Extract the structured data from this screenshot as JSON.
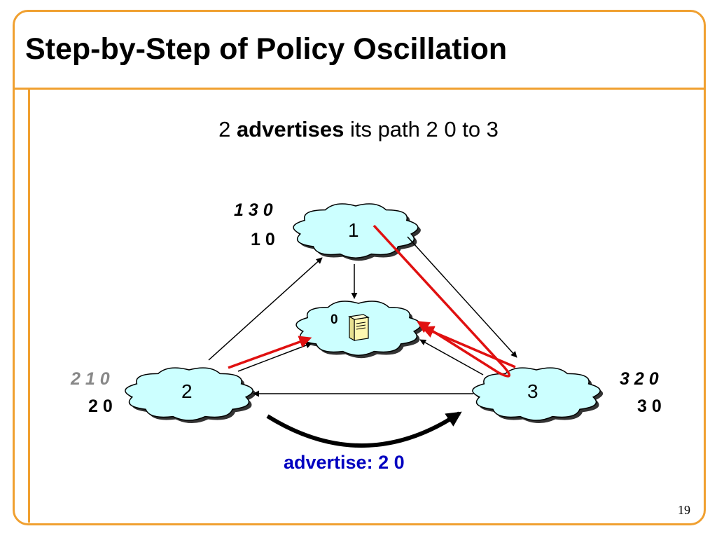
{
  "slide": {
    "title": "Step-by-Step of Policy Oscillation",
    "subtitle_pre": "2",
    "subtitle_bold": "advertises",
    "subtitle_post": "its path 2 0 to 3",
    "page_number": "19"
  },
  "nodes": {
    "n1": {
      "label": "1",
      "path_pref": "1 3 0",
      "path_current": "1 0"
    },
    "n0": {
      "label": "0"
    },
    "n2": {
      "label": "2",
      "path_pref": "2 1 0",
      "path_current": "2 0"
    },
    "n3": {
      "label": "3",
      "path_pref": "3 2 0",
      "path_current": "3 0"
    }
  },
  "annotation": {
    "text": "advertise: 2 0"
  },
  "colors": {
    "frame": "#f0a030",
    "cloud_fill": "#ccffff",
    "red_path": "#e01010",
    "blue_text": "#0000c0",
    "gray_text": "#888888"
  },
  "icons": {
    "server": "server-icon"
  }
}
